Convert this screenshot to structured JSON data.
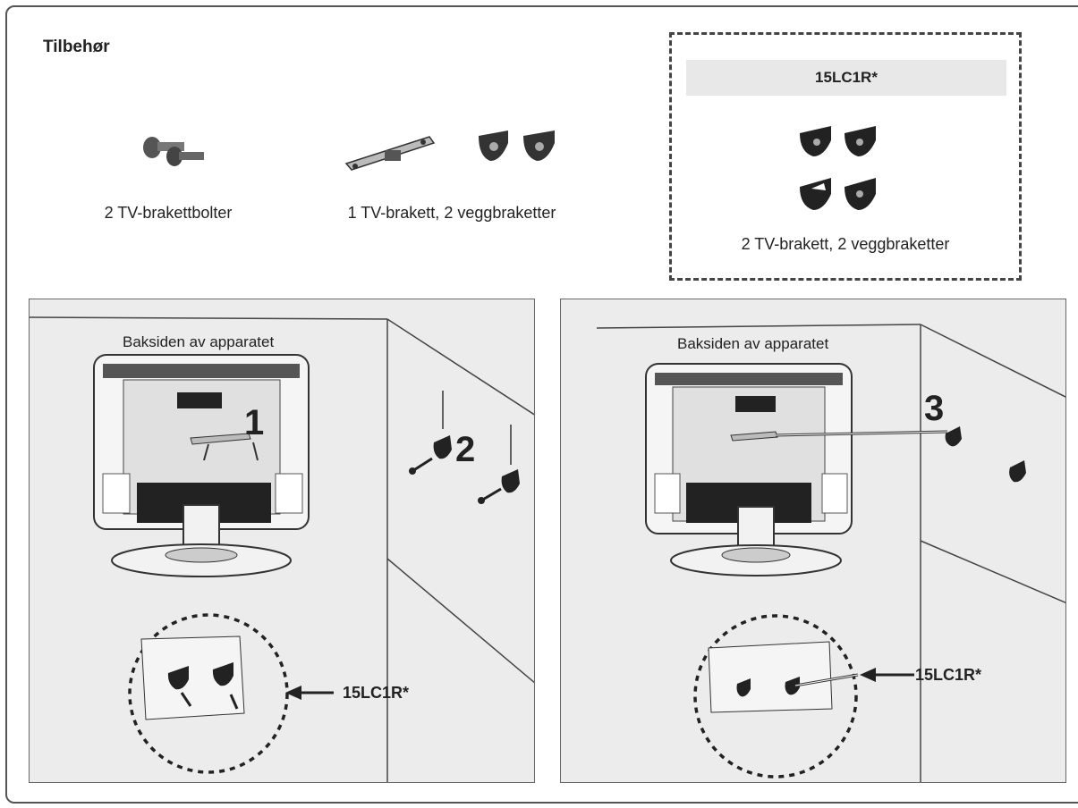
{
  "page": {
    "title": "Tilbehør"
  },
  "accessories": {
    "item1_caption": "2 TV-brakettbolter",
    "item2_caption": "1 TV-brakett, 2 veggbraketter"
  },
  "model_box": {
    "model": "15LC1R*",
    "caption": "2 TV-brakett, 2 veggbraketter"
  },
  "left_panel": {
    "back_label": "Baksiden av apparatet",
    "step1": "1",
    "step2": "2",
    "model_label": "15LC1R*"
  },
  "right_panel": {
    "back_label": "Baksiden av apparatet",
    "step3": "3",
    "model_label": "15LC1R*"
  }
}
